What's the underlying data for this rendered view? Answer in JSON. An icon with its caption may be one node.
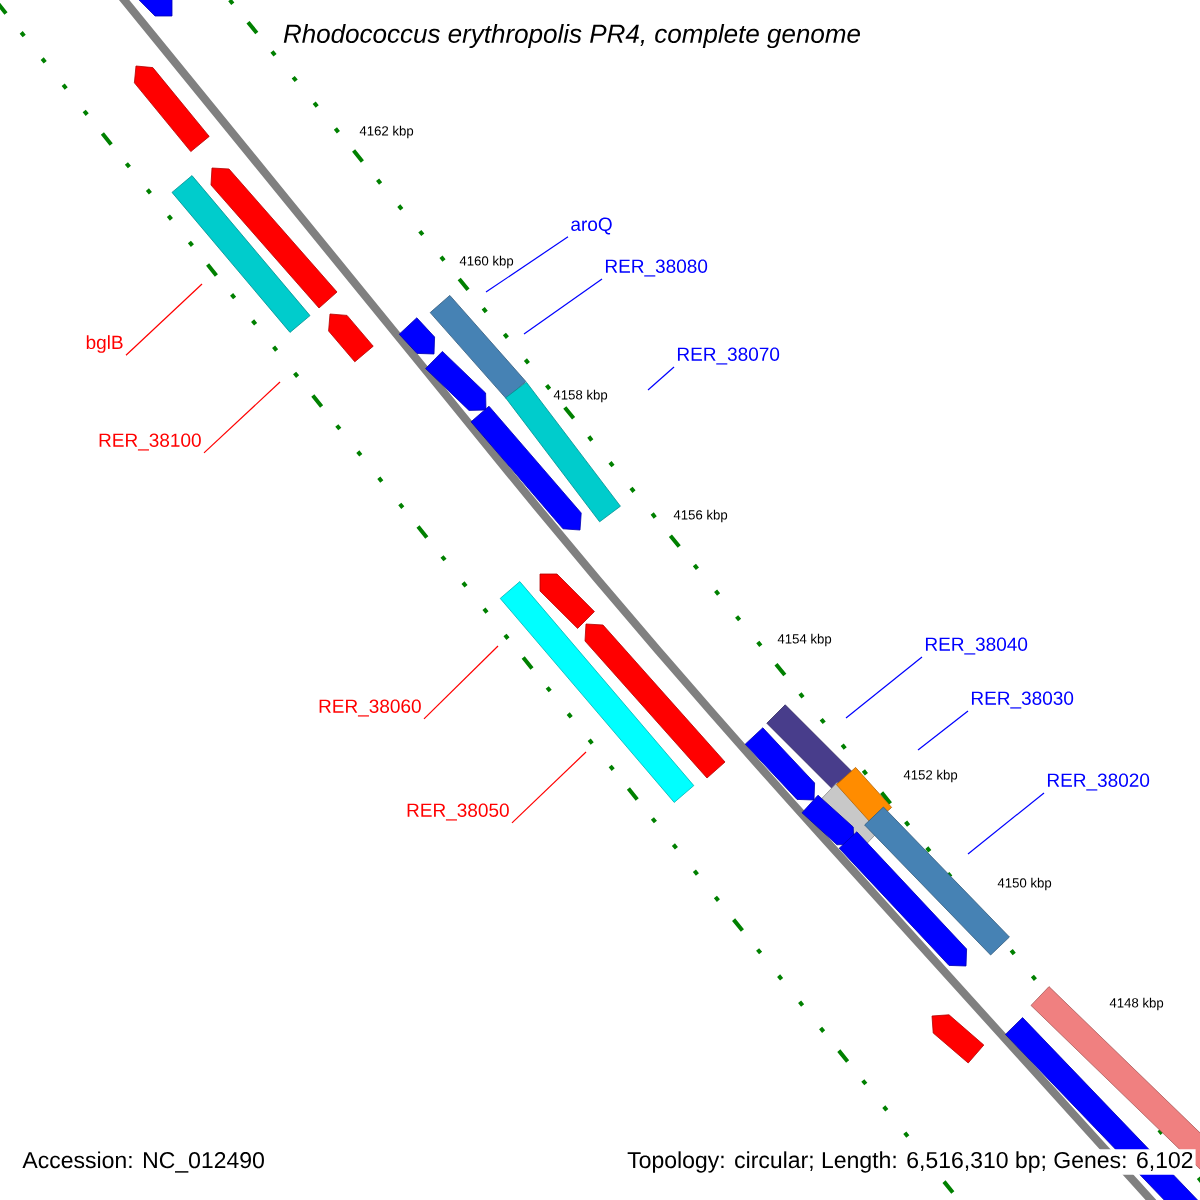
{
  "diagram": {
    "title": "Rhodococcus erythropolis PR4, complete genome",
    "nodes": [
      {
        "text": [
          "bglB"
        ]
      },
      {
        "text": [
          "RER_38100"
        ]
      },
      {
        "text": [
          "aroQ"
        ]
      },
      {
        "text": [
          "RER_38080"
        ]
      },
      {
        "text": [
          "RER_38070"
        ]
      },
      {
        "text": [
          "RER_38060"
        ]
      },
      {
        "text": [
          "RER_38050"
        ]
      },
      {
        "text": [
          "RER_38040"
        ]
      },
      {
        "text": [
          "RER_38030"
        ]
      },
      {
        "text": [
          "RER_38020"
        ]
      }
    ],
    "edges": [
      {
        "from": 0,
        "to": null,
        "arrow": "none",
        "color": "#ff0000"
      },
      {
        "from": 1,
        "to": null,
        "arrow": "none",
        "color": "#ff0000"
      },
      {
        "from": 2,
        "to": null,
        "arrow": "none"
      },
      {
        "from": 3,
        "to": null,
        "arrow": "none"
      },
      {
        "from": 4,
        "to": null,
        "arrow": "none"
      },
      {
        "from": 5,
        "to": null,
        "arrow": "none",
        "color": "#ff0000"
      },
      {
        "from": 6,
        "to": null,
        "arrow": "none",
        "color": "#ff0000"
      },
      {
        "from": 7,
        "to": null,
        "arrow": "none"
      },
      {
        "from": 8,
        "to": null,
        "arrow": "none"
      },
      {
        "from": 9,
        "to": null,
        "arrow": "none"
      }
    ],
    "labels": [
      "4162 kbp",
      "4160 kbp",
      "4158 kbp",
      "4156 kbp",
      "4154 kbp",
      "4152 kbp",
      "4150 kbp",
      "4148 kbp",
      "Accession: NC_012490",
      "Topology: circular; Length: 6,516,310 bp; Genes: 6,102"
    ]
  }
}
